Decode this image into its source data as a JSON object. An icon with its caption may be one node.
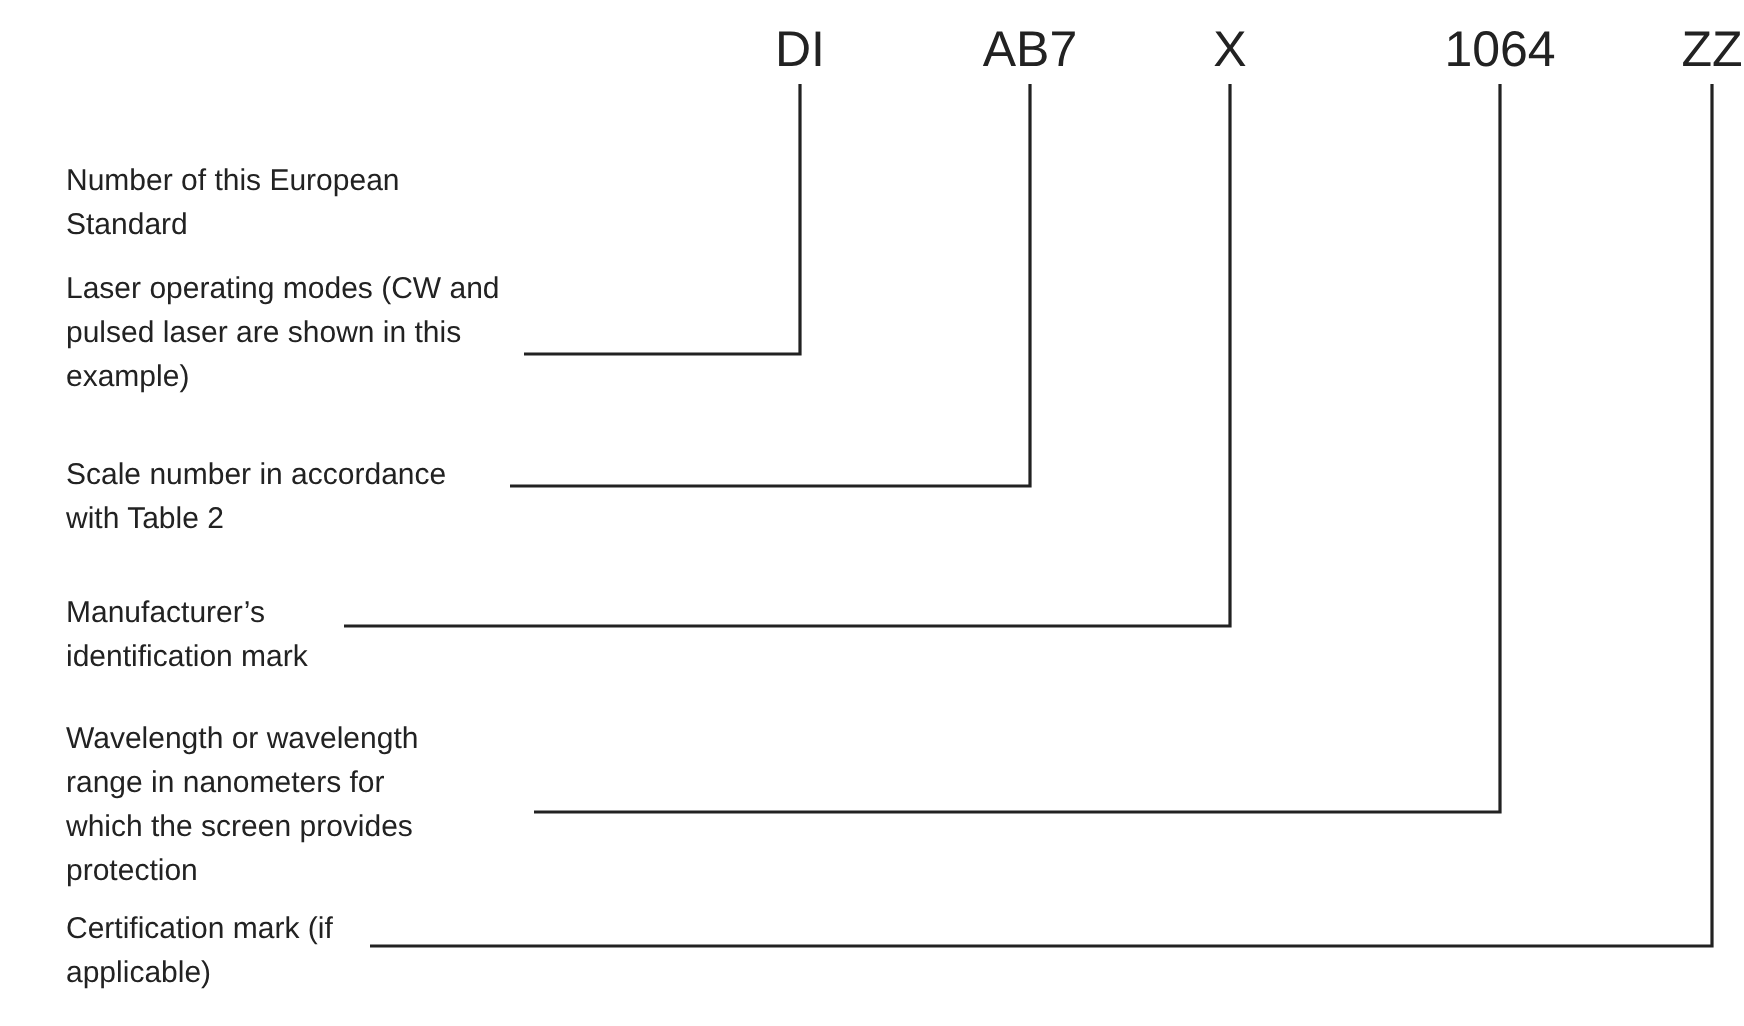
{
  "diagram": {
    "nodes": [
      {
        "text": [
          "DI"
        ]
      },
      {
        "text": [
          "AB7"
        ]
      },
      {
        "text": [
          "X"
        ]
      },
      {
        "text": [
          "1064"
        ]
      },
      {
        "text": [
          "ZZ"
        ]
      },
      {
        "text": [
          "Laser operating modes (CW and pulsed laser are shown in this example)"
        ]
      },
      {
        "text": [
          "Scale number in accordance with Table 2"
        ]
      },
      {
        "text": [
          "Manufacturer’s identification mark"
        ]
      },
      {
        "text": [
          "Wavelength or wavelength range in nanometers for which the screen provides protection"
        ]
      },
      {
        "text": [
          "Certification mark (if applicable)"
        ]
      }
    ],
    "edges": [
      {
        "from": 5,
        "to": 0,
        "arrow": "none"
      },
      {
        "from": 6,
        "to": 1,
        "arrow": "none"
      },
      {
        "from": 7,
        "to": 2,
        "arrow": "none"
      },
      {
        "from": 8,
        "to": 3,
        "arrow": "none"
      },
      {
        "from": 9,
        "to": 4,
        "arrow": "none"
      }
    ],
    "labels": [
      "Number of this European Standard"
    ]
  }
}
